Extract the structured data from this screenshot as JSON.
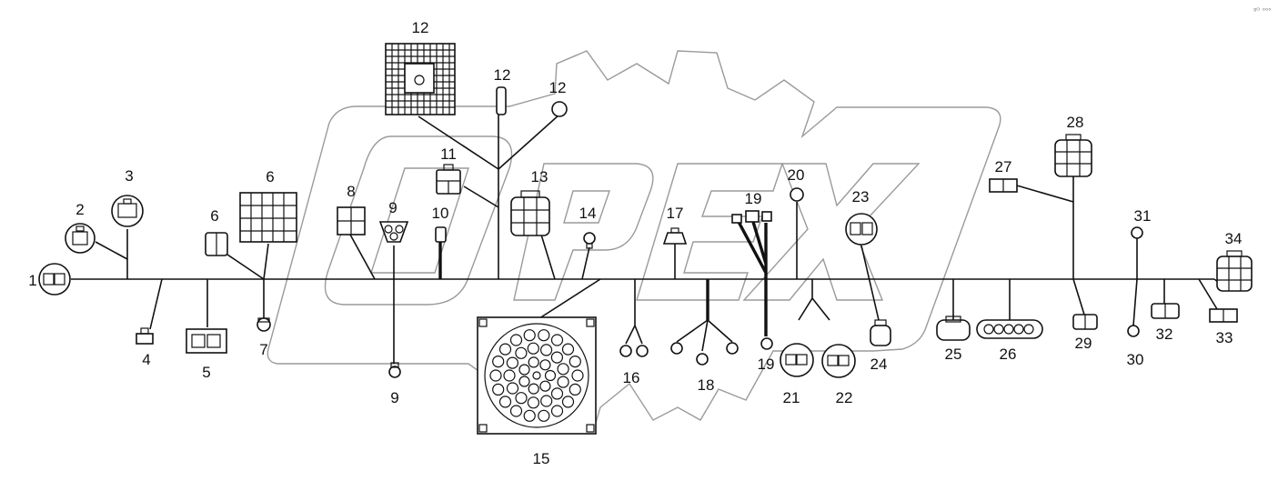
{
  "corner_mark": "ᵍᴼ ᵒᵒᵒ",
  "watermark_text": "OPEX",
  "colors": {
    "line": "#111111",
    "watermark": "#9a9a9a",
    "background": "#ffffff"
  },
  "labels": {
    "p1": "1",
    "p2": "2",
    "p3": "3",
    "p4": "4",
    "p5": "5",
    "p6a": "6",
    "p6b": "6",
    "p7": "7",
    "p8": "8",
    "p9a": "9",
    "p9b": "9",
    "p10": "10",
    "p11": "11",
    "p12a": "12",
    "p12b": "12",
    "p12c": "12",
    "p13": "13",
    "p14": "14",
    "p15": "15",
    "p16": "16",
    "p17": "17",
    "p18": "18",
    "p19a": "19",
    "p19b": "19",
    "p20": "20",
    "p21": "21",
    "p22": "22",
    "p23": "23",
    "p24": "24",
    "p25": "25",
    "p26": "26",
    "p27": "27",
    "p28": "28",
    "p29": "29",
    "p30": "30",
    "p31": "31",
    "p32": "32",
    "p33": "33",
    "p34": "34"
  }
}
